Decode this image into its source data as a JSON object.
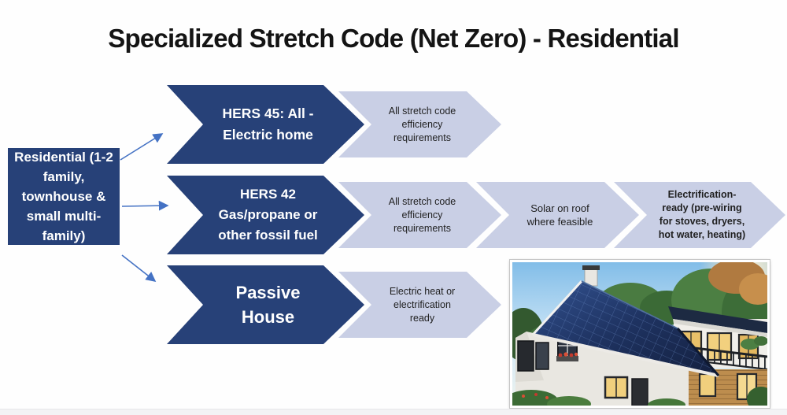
{
  "slide": {
    "title": "Specialized Stretch Code (Net Zero) - Residential"
  },
  "colors": {
    "dark_blue": "#274178",
    "light_periwinkle": "#c9cfe5",
    "connector_blue": "#4472c4",
    "text_dark": "#1f1f1f",
    "text_white": "#ffffff"
  },
  "source_box": {
    "label": "Residential (1-2\nfamily,\ntownhouse &\nsmall multi-\nfamily)"
  },
  "rows": [
    {
      "name": "hers-45",
      "primary_label": "HERS 45: All -\nElectric home",
      "steps": [
        {
          "label": "All stretch code\nefficiency\nrequirements"
        }
      ]
    },
    {
      "name": "hers-42",
      "primary_label": "HERS 42\nGas/propane or\nother fossil fuel",
      "steps": [
        {
          "label": "All stretch code\nefficiency\nrequirements"
        },
        {
          "label": "Solar on roof\nwhere feasible"
        },
        {
          "label": "Electrification-\nready (pre-wiring\nfor stoves, dryers,\nhot water, heating)"
        }
      ]
    },
    {
      "name": "passive-house",
      "primary_label": "Passive\nHouse",
      "steps": [
        {
          "label": "Electric heat or\nelectrification\nready"
        }
      ]
    }
  ],
  "image": {
    "alt": "House with rooftop solar panels"
  }
}
